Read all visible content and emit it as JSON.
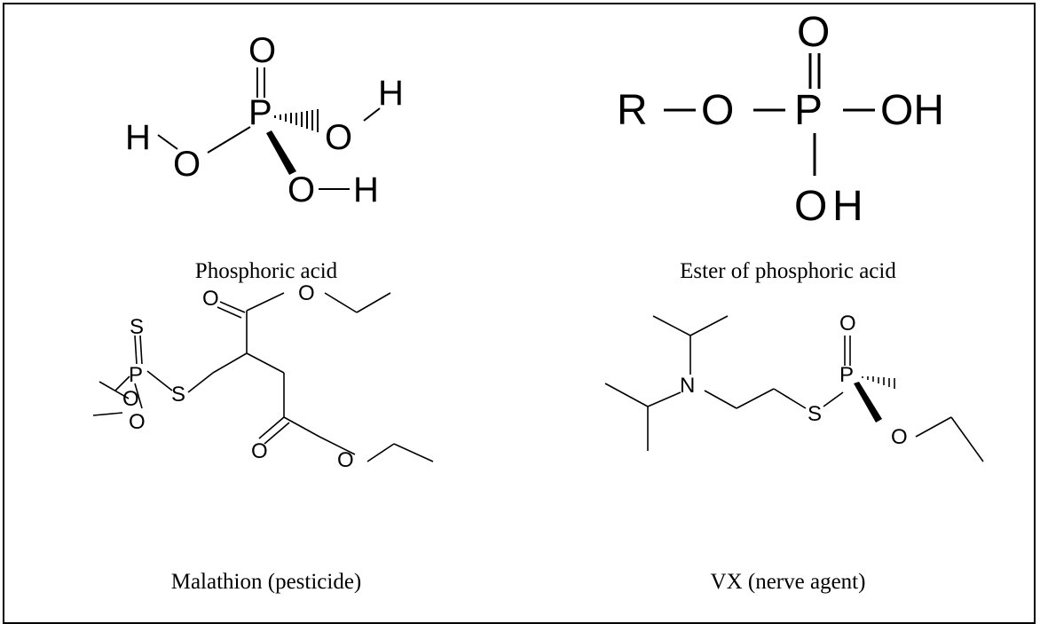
{
  "panels": [
    {
      "caption": "Phosphoric acid"
    },
    {
      "caption": "Ester of phosphoric acid"
    },
    {
      "caption": "Malathion (pesticide)"
    },
    {
      "caption": "VX (nerve agent)"
    }
  ],
  "atoms": {
    "O": "O",
    "P": "P",
    "H": "H",
    "S": "S",
    "N": "N",
    "R": "R",
    "OH": "OH"
  }
}
